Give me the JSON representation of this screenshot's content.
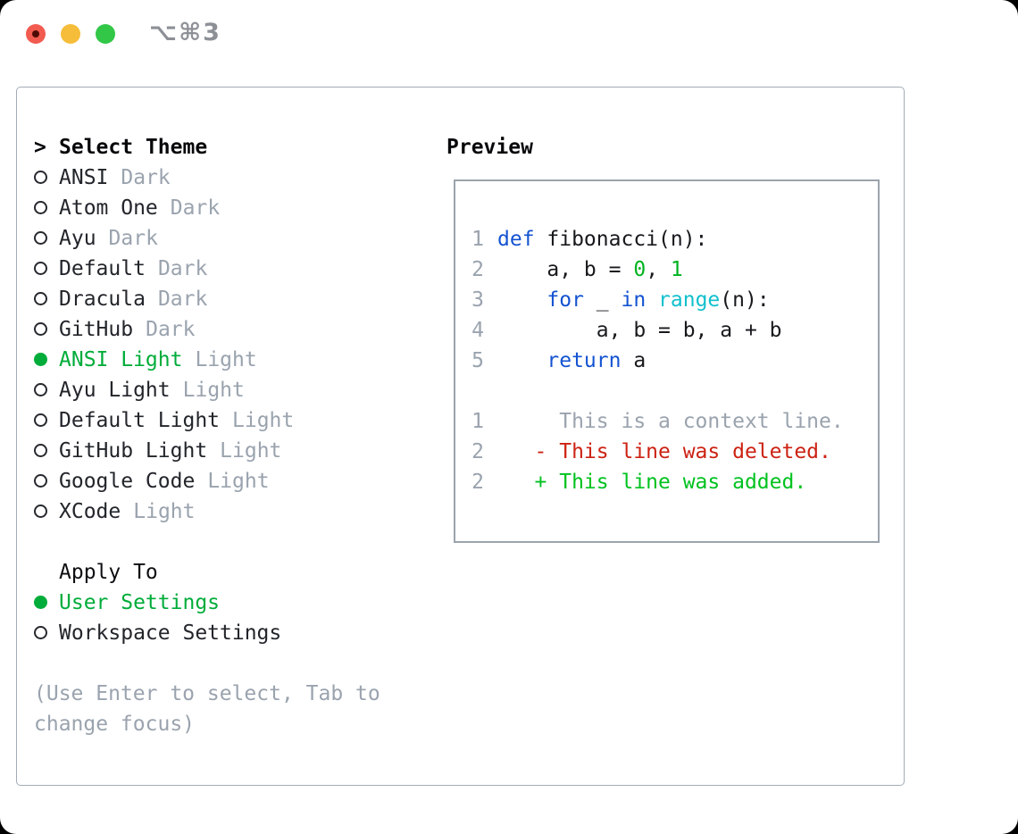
{
  "window": {
    "title": "⌥⌘3"
  },
  "colors": {
    "text": "#17191d",
    "muted": "#9aa3ae",
    "selection": "#00ac3a",
    "keyword": "#1453d1",
    "builtin": "#11c0cd",
    "number": "#00b31f",
    "added": "#00c21f",
    "deleted": "#cc2213",
    "border": "#a3abb5"
  },
  "left_panel": {
    "header": {
      "cursor": ">",
      "label": "Select Theme"
    },
    "themes": [
      {
        "name": "ANSI",
        "tag": "Dark",
        "selected": false
      },
      {
        "name": "Atom One",
        "tag": "Dark",
        "selected": false
      },
      {
        "name": "Ayu",
        "tag": "Dark",
        "selected": false
      },
      {
        "name": "Default",
        "tag": "Dark",
        "selected": false
      },
      {
        "name": "Dracula",
        "tag": "Dark",
        "selected": false
      },
      {
        "name": "GitHub",
        "tag": "Dark",
        "selected": false
      },
      {
        "name": "ANSI Light",
        "tag": "Light",
        "selected": true
      },
      {
        "name": "Ayu Light",
        "tag": "Light",
        "selected": false
      },
      {
        "name": "Default Light",
        "tag": "Light",
        "selected": false
      },
      {
        "name": "GitHub Light",
        "tag": "Light",
        "selected": false
      },
      {
        "name": "Google Code",
        "tag": "Light",
        "selected": false
      },
      {
        "name": "XCode",
        "tag": "Light",
        "selected": false
      }
    ],
    "apply_to": {
      "label": "Apply To",
      "options": [
        {
          "name": "User Settings",
          "selected": true
        },
        {
          "name": "Workspace Settings",
          "selected": false
        }
      ]
    },
    "hint": "(Use Enter to select, Tab to change focus)"
  },
  "preview": {
    "heading": "Preview",
    "code_lines": [
      {
        "num": "1",
        "segments": [
          {
            "c": "kw",
            "t": "def"
          },
          {
            "c": "fg",
            "t": " fibonacci(n):"
          }
        ]
      },
      {
        "num": "2",
        "segments": [
          {
            "c": "fg",
            "t": "    a, b = "
          },
          {
            "c": "num",
            "t": "0"
          },
          {
            "c": "fg",
            "t": ", "
          },
          {
            "c": "num",
            "t": "1"
          }
        ]
      },
      {
        "num": "3",
        "segments": [
          {
            "c": "fg",
            "t": "    "
          },
          {
            "c": "kw",
            "t": "for"
          },
          {
            "c": "fg",
            "t": " _ "
          },
          {
            "c": "kw",
            "t": "in"
          },
          {
            "c": "fg",
            "t": " "
          },
          {
            "c": "fn",
            "t": "range"
          },
          {
            "c": "fg",
            "t": "(n):"
          }
        ]
      },
      {
        "num": "4",
        "segments": [
          {
            "c": "fg",
            "t": "        a, b = b, a + b"
          }
        ]
      },
      {
        "num": "5",
        "segments": [
          {
            "c": "fg",
            "t": "    "
          },
          {
            "c": "kw",
            "t": "return"
          },
          {
            "c": "fg",
            "t": " a"
          }
        ]
      }
    ],
    "diff_lines": [
      {
        "num": "1",
        "segments": [
          {
            "c": "ctx",
            "t": "     This is a context line."
          }
        ]
      },
      {
        "num": "2",
        "segments": [
          {
            "c": "del",
            "t": "   - This line was deleted."
          }
        ]
      },
      {
        "num": "2",
        "segments": [
          {
            "c": "add",
            "t": "   + This line was added."
          }
        ]
      }
    ]
  }
}
